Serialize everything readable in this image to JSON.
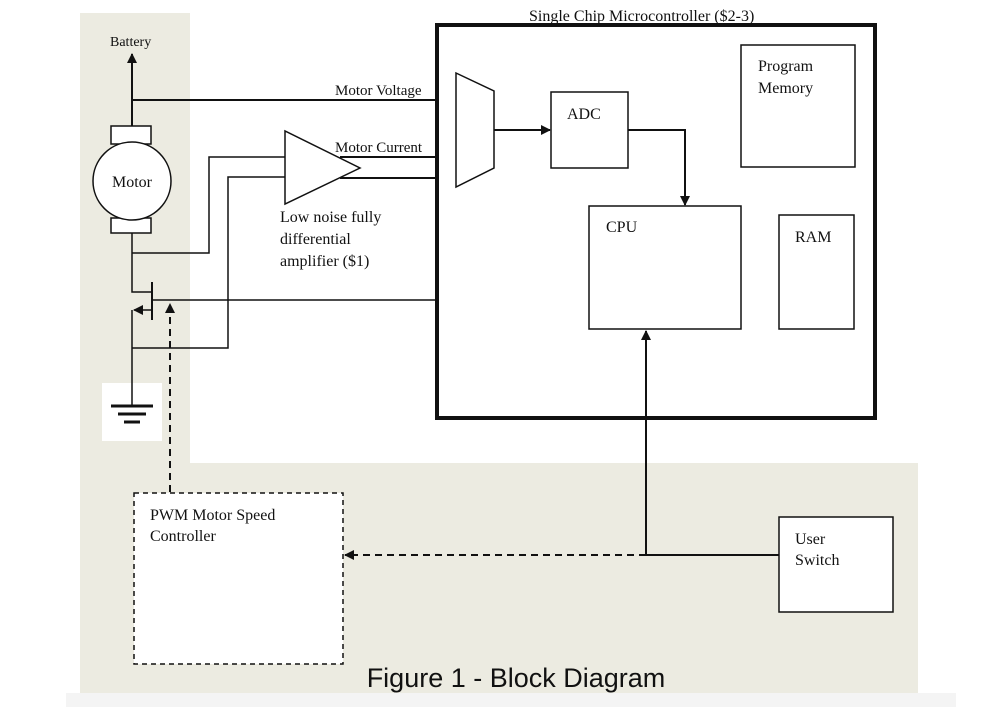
{
  "figure": {
    "caption": "Figure 1 - Block Diagram",
    "background_color": "#ecebe1"
  },
  "labels": {
    "battery": "Battery",
    "motor": "Motor",
    "motor_voltage": "Motor Voltage",
    "motor_current": "Motor Current",
    "amplifier_line1": "Low noise fully",
    "amplifier_line2": "differential",
    "amplifier_line3": "amplifier ($1)",
    "microcontroller": "Single Chip Microcontroller ($2-3)",
    "adc": "ADC",
    "program_memory_line1": "Program",
    "program_memory_line2": "Memory",
    "cpu": "CPU",
    "ram": "RAM",
    "pwm_line1": "PWM Motor Speed",
    "pwm_line2": "Controller",
    "user_switch_line1": "User",
    "user_switch_line2": "Switch"
  }
}
